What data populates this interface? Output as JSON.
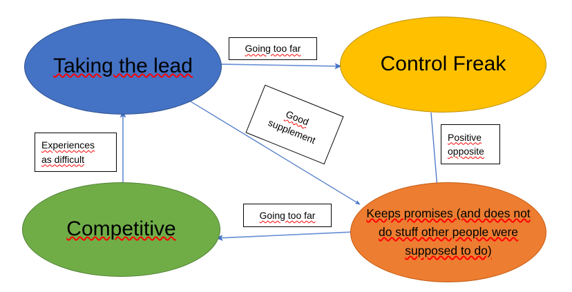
{
  "diagram": {
    "title": "Taking the lead / Control Freak / Competitive / Keeps promises behaviour map",
    "background": "#ffffff",
    "arrow_color": "#4472C4",
    "spellcheck_underline_color": "#ff0000",
    "nodes": [
      {
        "id": "taking-the-lead",
        "label": "Taking the lead",
        "color": "#4472C4",
        "border_color": "#2f528f",
        "shape": "ellipse",
        "misspelled": true
      },
      {
        "id": "control-freak",
        "label": "Control Freak",
        "color": "#FFC000",
        "border_color": "#bf9000",
        "shape": "ellipse",
        "misspelled": false
      },
      {
        "id": "competitive",
        "label": "Competitive",
        "color": "#70AD47",
        "border_color": "#507e32",
        "shape": "ellipse",
        "misspelled": true
      },
      {
        "id": "keeps-promises",
        "color": "#ED7D31",
        "border_color": "#c55a11",
        "shape": "ellipse",
        "misspelled": true,
        "lines": [
          "Keeps promises (and does not",
          "do stuff other people were",
          "supposed to do)"
        ]
      }
    ],
    "edge_labels": [
      {
        "id": "going-too-far-top",
        "lines": [
          "Going too far"
        ],
        "align": "center",
        "rotation": 0,
        "from": "taking-the-lead",
        "to": "control-freak"
      },
      {
        "id": "good-supplement",
        "lines": [
          "Good",
          "supplement"
        ],
        "align": "center",
        "rotation": 22,
        "from": "taking-the-lead",
        "to": "keeps-promises"
      },
      {
        "id": "positive-opposite",
        "lines": [
          "Positive",
          "opposite"
        ],
        "align": "left",
        "rotation": 0,
        "from": "control-freak",
        "to": "keeps-promises"
      },
      {
        "id": "experiences-as-difficult",
        "lines": [
          "Experiences",
          "as difficult"
        ],
        "align": "left",
        "rotation": 0,
        "from": "competitive",
        "to": "taking-the-lead"
      },
      {
        "id": "going-too-far-bottom",
        "lines": [
          "Going too far"
        ],
        "align": "center",
        "rotation": 0,
        "from": "keeps-promises",
        "to": "competitive"
      }
    ],
    "edges": [
      {
        "id": "edge-lead-to-control",
        "from": "taking-the-lead",
        "to": "control-freak",
        "label": "Going too far"
      },
      {
        "id": "edge-lead-to-keeps",
        "from": "taking-the-lead",
        "to": "keeps-promises",
        "label": "Good supplement"
      },
      {
        "id": "edge-control-to-keeps",
        "from": "control-freak",
        "to": "keeps-promises",
        "label": "Positive opposite"
      },
      {
        "id": "edge-competitive-to-lead",
        "from": "competitive",
        "to": "taking-the-lead",
        "label": "Experiences as difficult"
      },
      {
        "id": "edge-keeps-to-competitive",
        "from": "keeps-promises",
        "to": "competitive",
        "label": "Going too far"
      }
    ]
  }
}
